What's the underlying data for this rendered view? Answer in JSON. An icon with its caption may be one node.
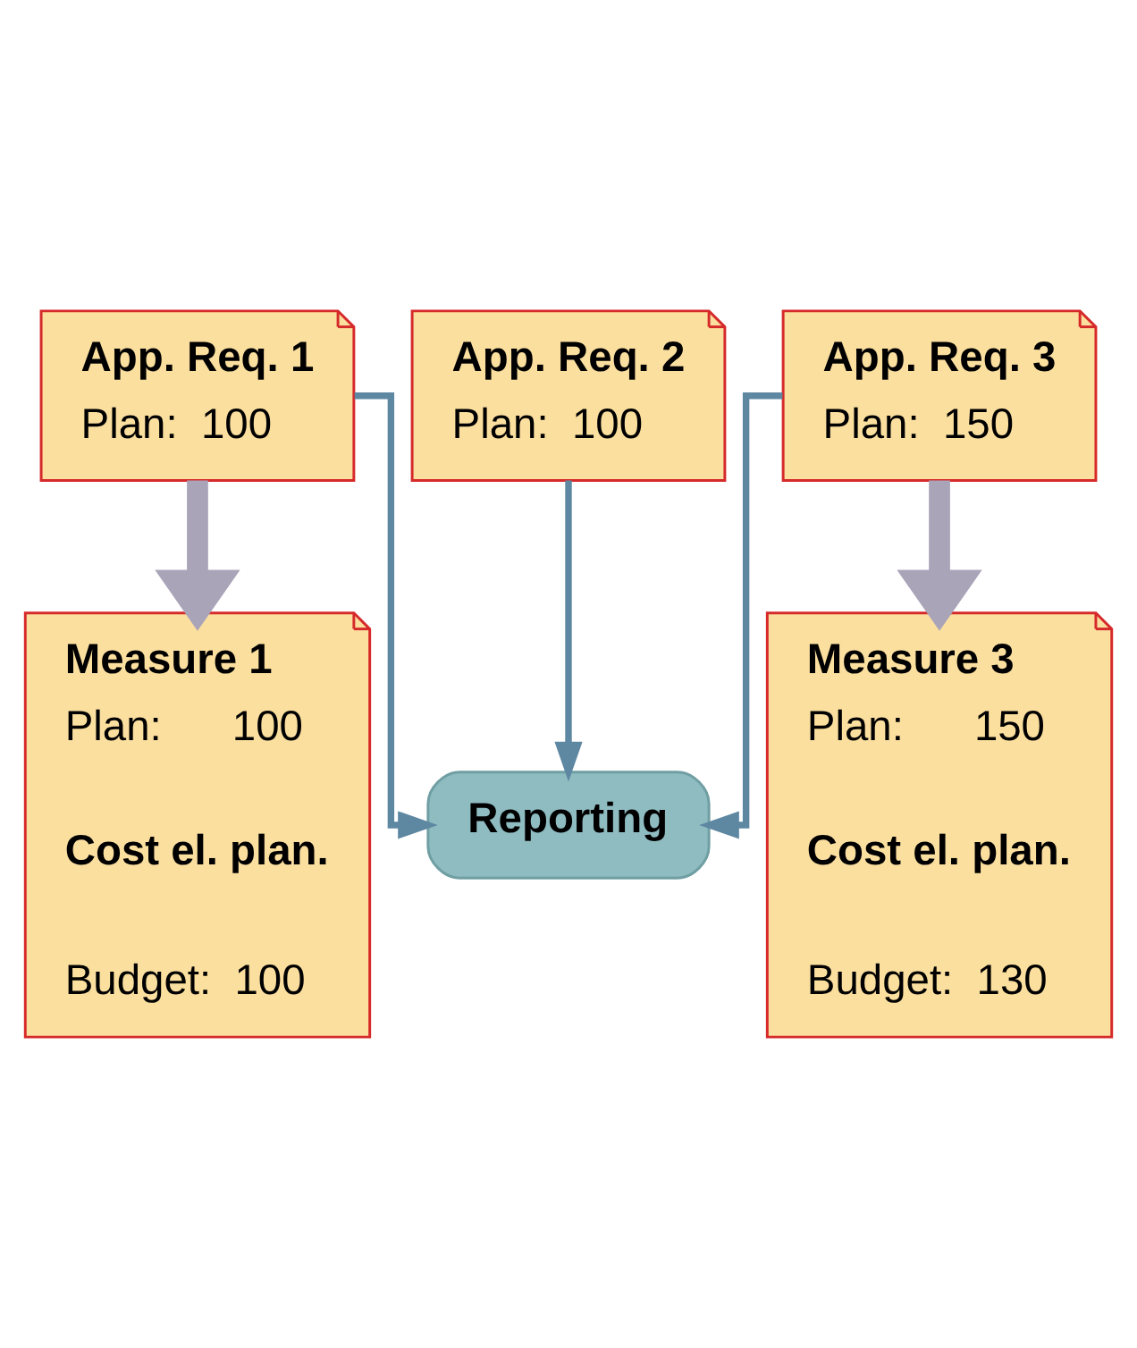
{
  "diagram": {
    "nodes": [
      {
        "text": [
          "App. Req. 1",
          "Plan:  100"
        ]
      },
      {
        "text": [
          "App. Req. 2",
          "Plan:  100"
        ]
      },
      {
        "text": [
          "App. Req. 3",
          "Plan:  150"
        ]
      },
      {
        "text": [
          "Reporting"
        ]
      },
      {
        "text": [
          "Measure 1",
          "Plan:      100",
          "Cost el. plan.",
          "Budget:  100"
        ]
      },
      {
        "text": [
          "Measure 3",
          "Plan:      150",
          "Cost el. plan.",
          "Budget:  130"
        ]
      }
    ],
    "edges": [
      {
        "from": 0,
        "to": 4,
        "arrow": "to",
        "style": "thick",
        "color": "#aaa4b9"
      },
      {
        "from": 0,
        "to": 3,
        "arrow": "to"
      },
      {
        "from": 1,
        "to": 3,
        "arrow": "to"
      },
      {
        "from": 2,
        "to": 3,
        "arrow": "to"
      },
      {
        "from": 2,
        "to": 5,
        "arrow": "to",
        "style": "thick",
        "color": "#aaa4b9"
      }
    ]
  }
}
